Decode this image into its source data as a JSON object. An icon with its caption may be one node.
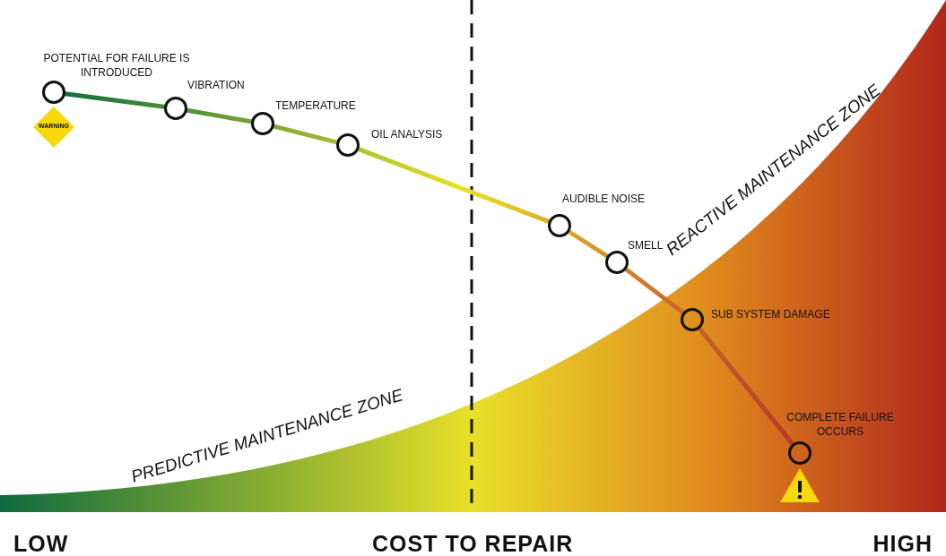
{
  "diagram": {
    "nodes": [
      {
        "text": [],
        "shape": "circle",
        "beside": [
          "POTENTIAL FOR FAILURE IS INTRODUCED"
        ]
      },
      {
        "text": [
          "WARNING"
        ]
      },
      {
        "text": [],
        "shape": "circle",
        "beside": [
          "VIBRATION"
        ]
      },
      {
        "text": [],
        "shape": "circle",
        "beside": [
          "TEMPERATURE"
        ]
      },
      {
        "text": [],
        "shape": "circle",
        "beside": [
          "OIL ANALYSIS"
        ]
      },
      {
        "text": [],
        "shape": "circle",
        "beside": [
          "AUDIBLE NOISE"
        ]
      },
      {
        "text": [],
        "shape": "circle",
        "beside": [
          "SMELL"
        ]
      },
      {
        "text": [],
        "shape": "circle",
        "beside": [
          "SUB SYSTEM DAMAGE"
        ]
      },
      {
        "text": [],
        "shape": "circle",
        "beside": [
          "COMPLETE FAILURE OCCURS"
        ]
      }
    ],
    "edges": [
      {
        "from": 0,
        "to": 2,
        "arrow": "none"
      },
      {
        "from": 2,
        "to": 3,
        "arrow": "none"
      },
      {
        "from": 3,
        "to": 4,
        "arrow": "none"
      },
      {
        "from": 4,
        "to": 5,
        "arrow": "none"
      },
      {
        "from": 5,
        "to": 6,
        "arrow": "none"
      },
      {
        "from": 6,
        "to": 7,
        "arrow": "none"
      },
      {
        "from": 7,
        "to": 8,
        "arrow": "none"
      }
    ],
    "labels": [
      "REACTIVE MAINTENANCE ZONE",
      "PREDICTIVE MAINTENANCE ZONE",
      "LOW",
      "COST TO REPAIR",
      "HIGH"
    ]
  }
}
